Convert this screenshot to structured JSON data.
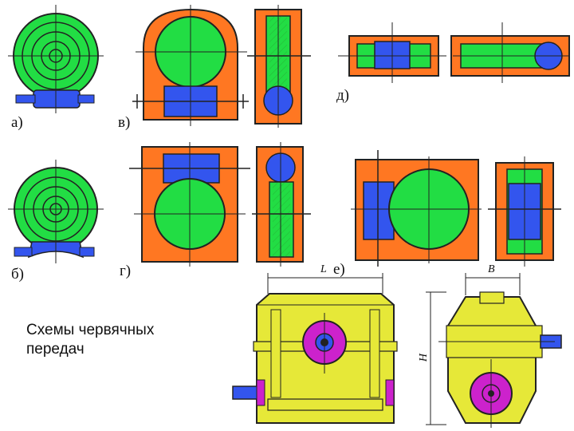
{
  "labels": {
    "a": "а)",
    "b": "б)",
    "v": "в)",
    "g": "г)",
    "d": "д)",
    "e": "е)"
  },
  "caption": {
    "line1": "Схемы червячных",
    "line2": "передач"
  },
  "dimensions": {
    "L": "L",
    "B": "B",
    "H": "H"
  },
  "colors": {
    "wheel": "#22dd44",
    "worm": "#3355ee",
    "housing": "#ff7722",
    "reducer": "#e6e838",
    "flange": "#cc22cc",
    "outline": "#222222"
  }
}
